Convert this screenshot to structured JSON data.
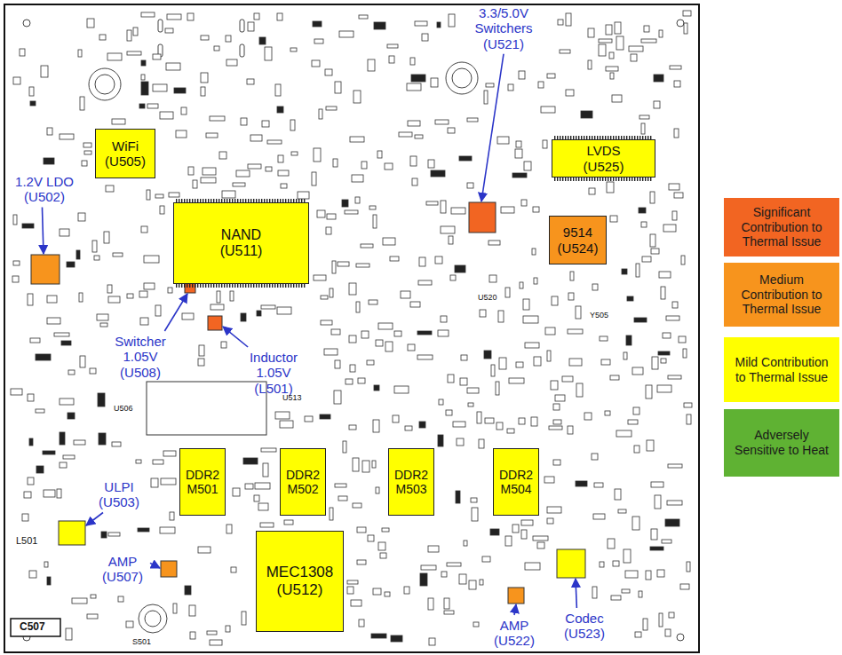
{
  "diagram": {
    "nodes": [
      {
        "text": [
          "WiFi (U505)"
        ]
      },
      {
        "text": [
          "NAND (U511)"
        ]
      },
      {
        "text": [
          "LVDS (U525)"
        ]
      },
      {
        "text": [
          "9514 (U524)"
        ]
      },
      {
        "text": [
          "DDR2 M501"
        ]
      },
      {
        "text": [
          "DDR2 M502"
        ]
      },
      {
        "text": [
          "DDR2 M503"
        ]
      },
      {
        "text": [
          "DDR2 M504"
        ]
      },
      {
        "text": [
          "MEC1308 (U512)"
        ]
      }
    ],
    "labels": [
      "3.3/5.0V Switchers (U521)",
      "1.2V LDO (U502)",
      "Switcher 1.05V (U508)",
      "Inductor 1.05V (L501)",
      "L501",
      "ULPI (U503)",
      "C507",
      "AMP (U507)",
      "S501",
      "AMP (U522)",
      "Codec (U523)",
      "U520",
      "U513",
      "U506",
      "Y505"
    ],
    "legend": [
      {
        "text": "Significant Contribution to Thermal Issue",
        "color": "#f26522"
      },
      {
        "text": "Medium Contribution to Thermal Issue",
        "color": "#f7941d"
      },
      {
        "text": "Mild Contribution to Thermal Issue",
        "color": "#ffff00"
      },
      {
        "text": "Adversely Sensitive to Heat",
        "color": "#5fb233"
      }
    ]
  }
}
